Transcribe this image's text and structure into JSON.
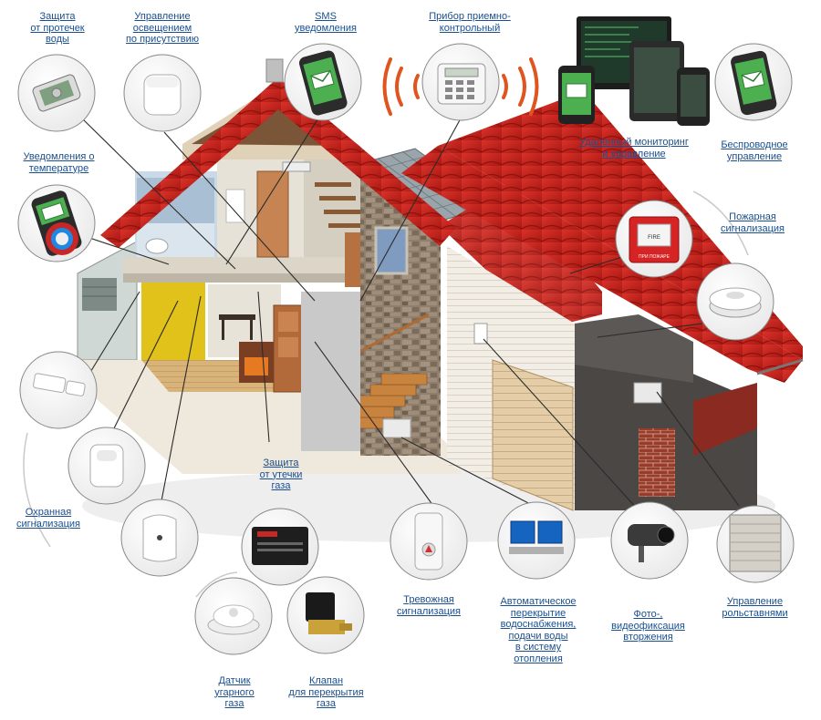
{
  "labels": {
    "leak": "Защита\nот протечек\nводы",
    "light": "Управление\nосвещением\nпо присутствию",
    "sms": "SMS\nуведомления",
    "panel": "Прибор приемно-\nконтрольный",
    "remote": "Удаленный мониторинг\nи управление",
    "wireless": "Беспроводное\nуправление",
    "temp": "Уведомления о\nтемпературе",
    "fire": "Пожарная\nсигнализация",
    "gasleak": "Защита\nот утечки\nгаза",
    "security": "Охранная\nсигнализация",
    "alarm": "Тревожная\nсигнализация",
    "water": "Автоматическое\nперекрытие\nводоснабжения,\nподачи воды\nв систему\nотопления",
    "photo": "Фото-,\nвидеофиксация\nвторжения",
    "shutters": "Управление\nрольставнями",
    "co": "Датчик\nугарного\nгаза",
    "valve": "Клапан\nдля перекрытия\nгаза"
  },
  "icons": {
    "fire_button_text": "ПРИ ПОЖАРЕ",
    "fire_button_caption": "FIRE"
  },
  "colors": {
    "roof": "#c7231d",
    "link": "#1a4f8f",
    "wall": "#f1ece2",
    "stone": "#8a7a68"
  }
}
